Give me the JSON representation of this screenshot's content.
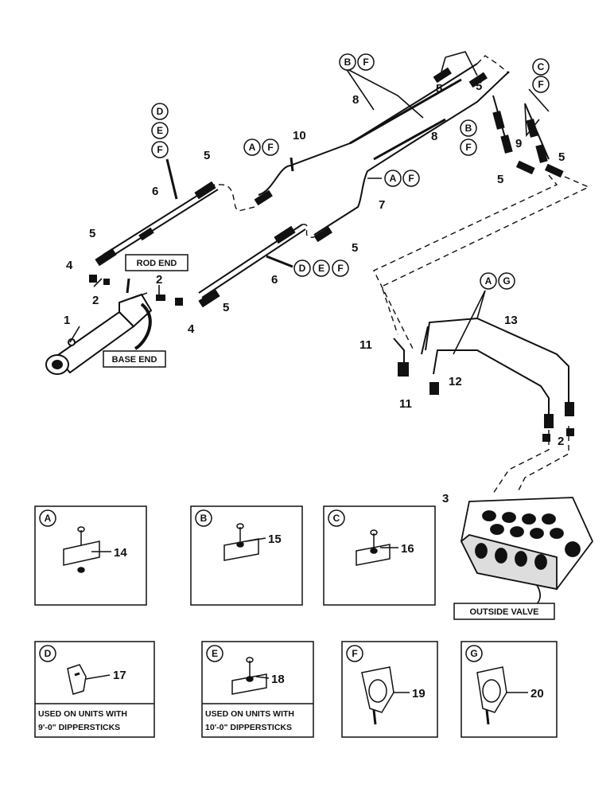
{
  "callouts": {
    "rod_end": "ROD END",
    "base_end": "BASE END",
    "outside_valve": "OUTSIDE VALVE"
  },
  "numbers": [
    "1",
    "2",
    "2",
    "2",
    "3",
    "4",
    "4",
    "5",
    "5",
    "5",
    "5",
    "5",
    "5",
    "5",
    "5",
    "6",
    "6",
    "7",
    "8",
    "8",
    "9",
    "10",
    "11",
    "11",
    "12",
    "13"
  ],
  "letter_groups": {
    "d_e_f_left": [
      "D",
      "E",
      "F"
    ],
    "a_f_top": [
      "A",
      "F"
    ],
    "a_f_right": [
      "A",
      "F"
    ],
    "d_e_f_bottom": [
      "D",
      "E",
      "F"
    ],
    "b_f_top": [
      "B",
      "F"
    ],
    "c_f": [
      "C",
      "F"
    ],
    "b_f_mid": [
      "B",
      "F"
    ],
    "a_g": [
      "A",
      "G"
    ]
  },
  "insets": [
    {
      "letter": "A",
      "part": "14",
      "note": ""
    },
    {
      "letter": "B",
      "part": "15",
      "note": ""
    },
    {
      "letter": "C",
      "part": "16",
      "note": ""
    },
    {
      "letter": "D",
      "part": "17",
      "note_lines": [
        "USED ON UNITS WITH",
        "9'-0\" DIPPERSTICKS"
      ]
    },
    {
      "letter": "E",
      "part": "18",
      "note_lines": [
        "USED ON UNITS WITH",
        "10'-0\" DIPPERSTICKS"
      ]
    },
    {
      "letter": "F",
      "part": "19",
      "note": ""
    },
    {
      "letter": "G",
      "part": "20",
      "note": ""
    }
  ]
}
